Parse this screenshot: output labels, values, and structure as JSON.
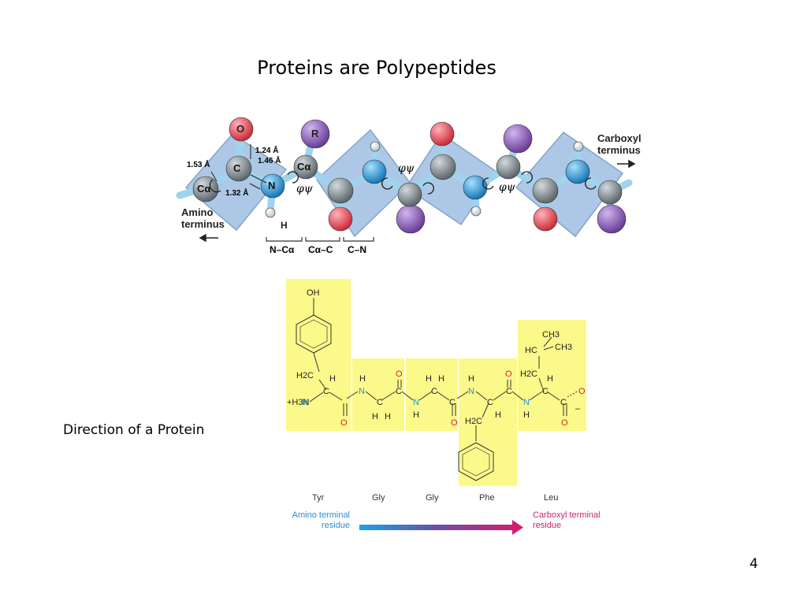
{
  "slide": {
    "title": "Proteins are Polypeptides",
    "side_label": "Direction of a Protein",
    "page_number": "4"
  },
  "backbone_figure": {
    "atoms": {
      "oxygen": "O",
      "r_group": "R",
      "carbon": "C",
      "c_alpha": "Cα",
      "nitrogen": "N",
      "hydrogen": "H"
    },
    "bond_lengths": [
      "1.53 Å",
      "1.24 Å",
      "1.46 Å",
      "1.32 Å"
    ],
    "torsion_label": "φψ",
    "amino_terminus": "Amino terminus",
    "carboxyl_terminus": "Carboxyl terminus",
    "bond_brackets": [
      "N–Cα",
      "Cα–C",
      "C–N"
    ],
    "colors": {
      "oxygen": "#e8525f",
      "r_group": "#8a5bb5",
      "carbon": "#7b868c",
      "nitrogen": "#2a9ad8",
      "plane": "#a9c6e6"
    }
  },
  "peptide_figure": {
    "residues": [
      "Tyr",
      "Gly",
      "Gly",
      "Phe",
      "Leu"
    ],
    "labels": {
      "oh": "OH",
      "h2c": "H2C",
      "h": "H",
      "h3n": "+H3N",
      "n": "N",
      "c": "C",
      "o": "O",
      "ch3": "CH3",
      "hc": "HC",
      "minus": "–"
    },
    "amino_terminal": "Amino terminal residue",
    "carboxyl_terminal": "Carboxyl terminal residue",
    "colors": {
      "highlight": "#fbf98a",
      "amino": "#2b8fd6",
      "carboxyl": "#d21e6e",
      "oxygen": "#d8202a",
      "nitrogen": "#2b8fd6"
    }
  }
}
